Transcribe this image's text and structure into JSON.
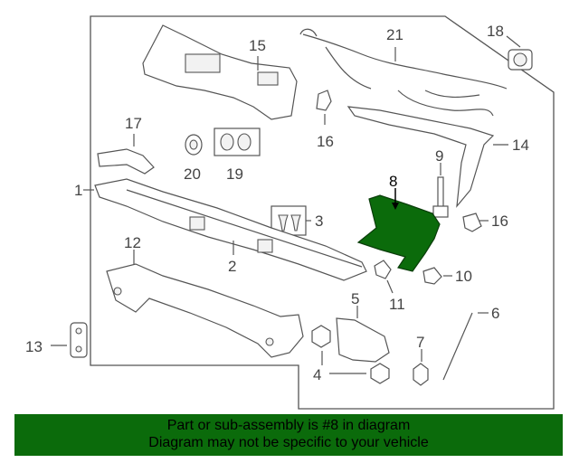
{
  "callouts": {
    "c1": "1",
    "c2": "2",
    "c3": "3",
    "c4": "4",
    "c5": "5",
    "c6": "6",
    "c7": "7",
    "c8": "8",
    "c9": "9",
    "c10": "10",
    "c11": "11",
    "c12": "12",
    "c13": "13",
    "c14": "14",
    "c15": "15",
    "c16a": "16",
    "c16b": "16",
    "c17": "17",
    "c18": "18",
    "c19": "19",
    "c20": "20",
    "c21": "21"
  },
  "banner": {
    "line1": "Part or sub-assembly is #8 in diagram",
    "line2": "Diagram may not be specific to your vehicle"
  },
  "colors": {
    "highlight": "#0b6b0b",
    "banner_bg": "#0b6b0b"
  }
}
